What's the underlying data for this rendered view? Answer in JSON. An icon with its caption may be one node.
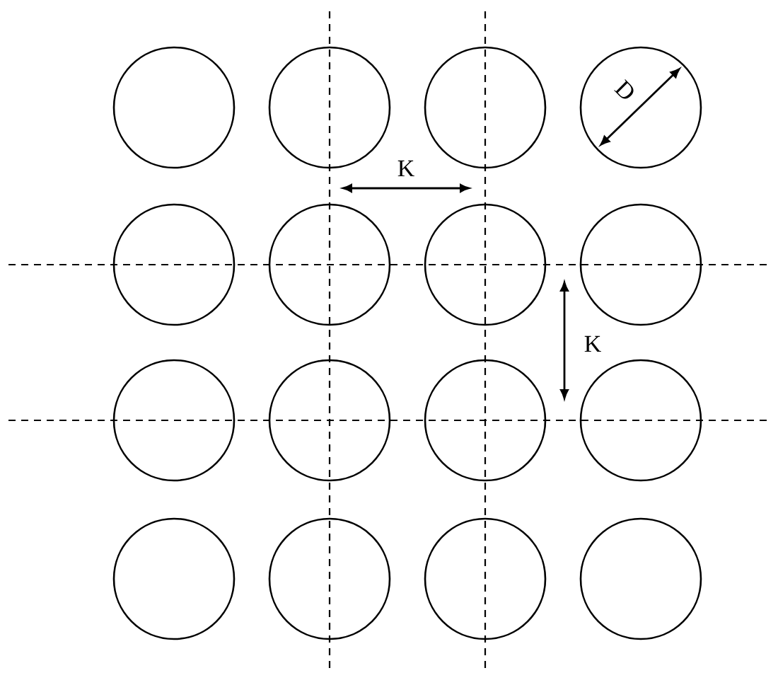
{
  "diagram": {
    "nodes": [
      {
        "text": [],
        "shape": "circle"
      },
      {
        "text": [],
        "shape": "circle"
      },
      {
        "text": [],
        "shape": "circle"
      },
      {
        "text": [],
        "shape": "circle"
      },
      {
        "text": [],
        "shape": "circle"
      },
      {
        "text": [],
        "shape": "circle"
      },
      {
        "text": [],
        "shape": "circle"
      },
      {
        "text": [],
        "shape": "circle"
      },
      {
        "text": [],
        "shape": "circle"
      },
      {
        "text": [],
        "shape": "circle"
      },
      {
        "text": [],
        "shape": "circle"
      },
      {
        "text": [],
        "shape": "circle"
      },
      {
        "text": [],
        "shape": "circle"
      },
      {
        "text": [],
        "shape": "circle"
      },
      {
        "text": [],
        "shape": "circle"
      },
      {
        "text": [],
        "shape": "circle"
      }
    ],
    "labels": [
      "D",
      "K",
      "K"
    ]
  }
}
